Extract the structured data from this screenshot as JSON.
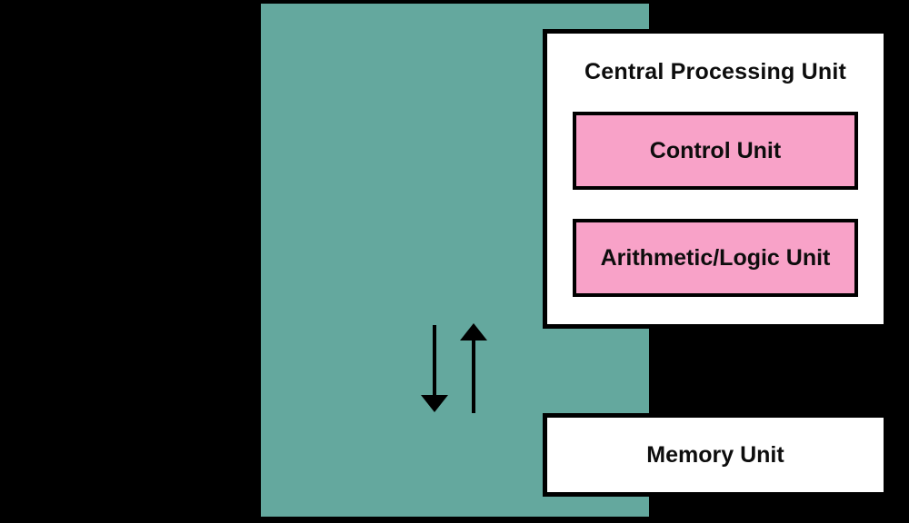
{
  "diagram": {
    "type": "block-diagram",
    "subject": "computer-architecture",
    "cpu": {
      "title": "Central Processing Unit",
      "components": [
        {
          "label": "Control Unit"
        },
        {
          "label": "Arithmetic/Logic Unit"
        }
      ]
    },
    "memory": {
      "label": "Memory Unit"
    },
    "arrows": [
      {
        "name": "cpu-to-memory-arrow",
        "direction": "down"
      },
      {
        "name": "memory-to-cpu-arrow",
        "direction": "up"
      }
    ],
    "colors": {
      "background": "#000000",
      "panel": "#64A89E",
      "box_fill": "#FFFFFF",
      "component_fill": "#F8A2C8",
      "border": "#000000",
      "text": "#0D0D0D"
    }
  }
}
